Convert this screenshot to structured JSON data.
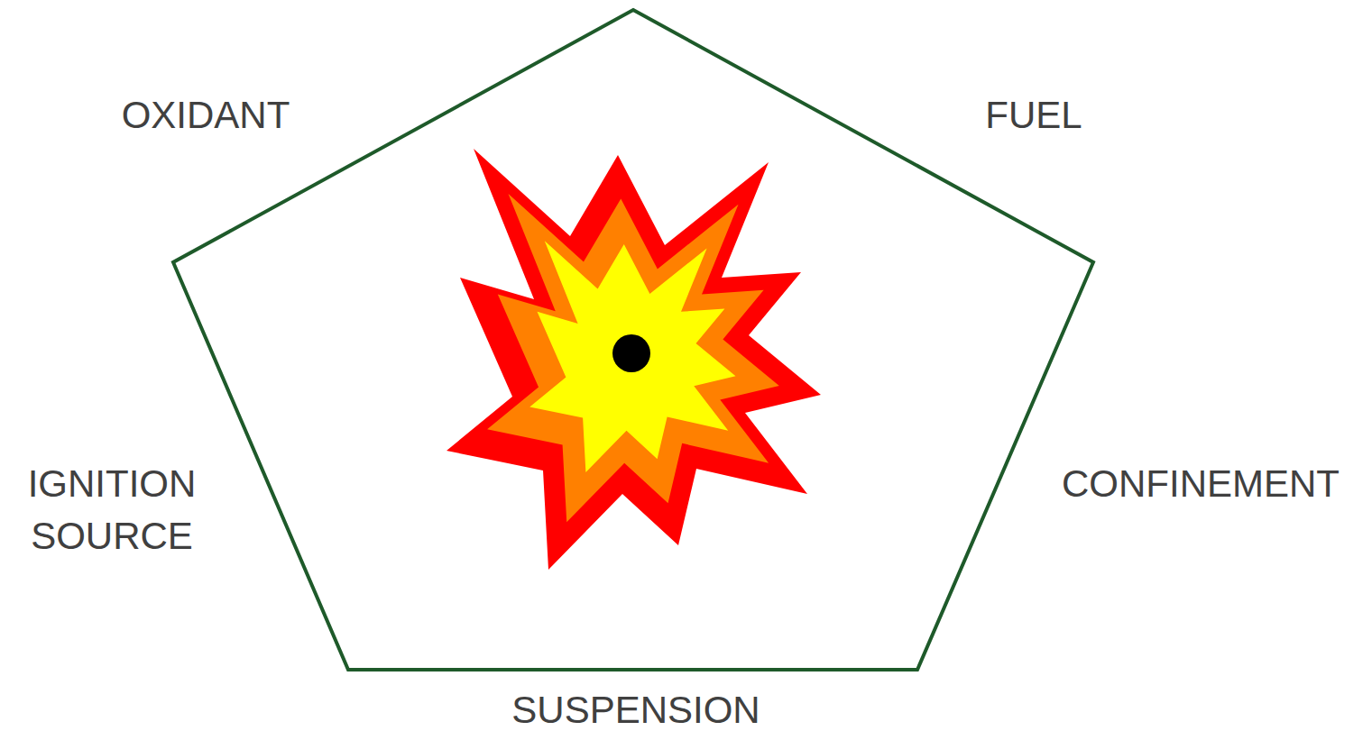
{
  "diagram": {
    "labels": [
      "OXIDANT",
      "FUEL",
      "IGNITION SOURCE",
      "CONFINEMENT",
      "SUSPENSION"
    ]
  }
}
